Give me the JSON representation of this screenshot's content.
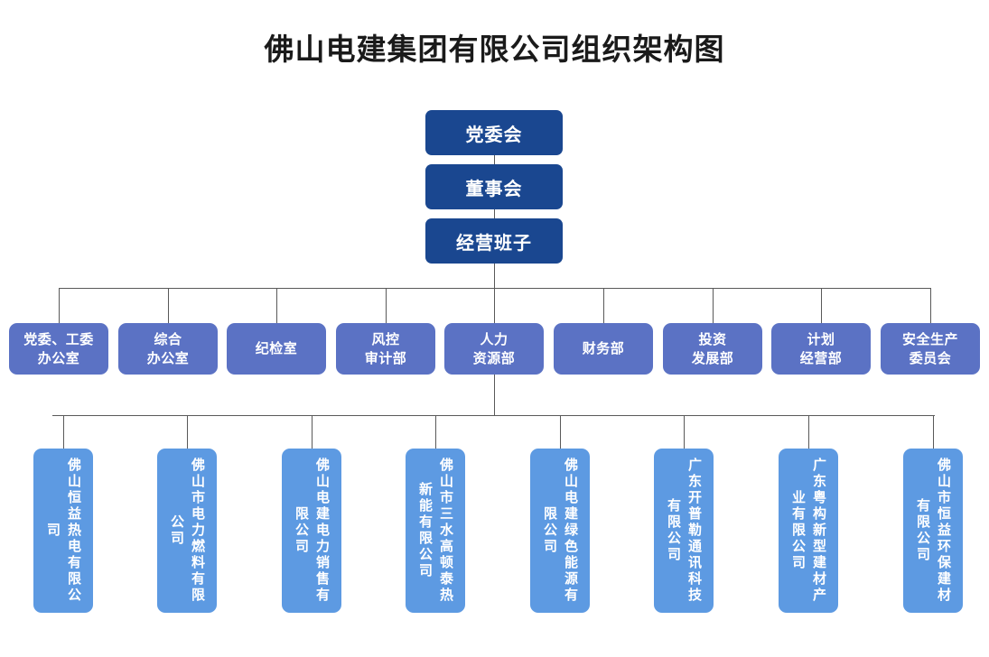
{
  "chart_data": {
    "type": "diagram",
    "title": "佛山电建集团有限公司组织架构图",
    "diagram_kind": "organization-chart",
    "colors": {
      "executive_box": "#1a4790",
      "department_box": "#5b72c4",
      "subsidiary_box": "#5d9ae2",
      "connector_line": "#595959",
      "title_text": "#1a1a1a",
      "box_text": "#ffffff",
      "background": "#ffffff"
    },
    "levels": [
      {
        "name": "executive",
        "orientation": "vertical-stack",
        "nodes": [
          "党委会",
          "董事会",
          "经营班子"
        ]
      },
      {
        "name": "departments",
        "orientation": "horizontal-row",
        "parent": "经营班子",
        "nodes": [
          "党委、工委办公室",
          "综合办公室",
          "纪检室",
          "风控审计部",
          "人力资源部",
          "财务部",
          "投资发展部",
          "计划经营部",
          "安全生产委员会"
        ]
      },
      {
        "name": "subsidiaries",
        "orientation": "horizontal-row",
        "parent": "人力资源部",
        "text_direction": "vertical-rtl",
        "nodes": [
          "佛山恒益热电有限公司",
          "佛山市电力燃料有限公司",
          "佛山电建电力销售有限公司",
          "佛山市三水高顿泰热新能有限公司",
          "佛山电建绿色能源有限公司",
          "广东开普勒通讯科技有限公司",
          "广东粤构新型建材产业有限公司",
          "佛山市恒益环保建材有限公司"
        ]
      }
    ]
  },
  "title": "佛山电建集团有限公司组织架构图",
  "executive": {
    "party_committee": "党委会",
    "board_of_directors": "董事会",
    "management_team": "经营班子"
  },
  "departments": [
    {
      "line1": "党委、工委",
      "line2": "办公室",
      "full": "党委、工委办公室"
    },
    {
      "line1": "综合",
      "line2": "办公室",
      "full": "综合办公室"
    },
    {
      "line1": "纪检室",
      "line2": "",
      "full": "纪检室"
    },
    {
      "line1": "风控",
      "line2": "审计部",
      "full": "风控审计部"
    },
    {
      "line1": "人力",
      "line2": "资源部",
      "full": "人力资源部"
    },
    {
      "line1": "财务部",
      "line2": "",
      "full": "财务部"
    },
    {
      "line1": "投资",
      "line2": "发展部",
      "full": "投资发展部"
    },
    {
      "line1": "计划",
      "line2": "经营部",
      "full": "计划经营部"
    },
    {
      "line1": "安全生产",
      "line2": "委员会",
      "full": "安全生产委员会"
    }
  ],
  "subsidiaries": [
    {
      "name": "佛山恒益热电有限公司"
    },
    {
      "name": "佛山市电力燃料有限公司"
    },
    {
      "name": "佛山电建电力销售有限公司"
    },
    {
      "name": "佛山市三水高顿泰热新能有限公司"
    },
    {
      "name": "佛山电建绿色能源有限公司"
    },
    {
      "name": "广东开普勒通讯科技有限公司"
    },
    {
      "name": "广东粤构新型建材产业有限公司"
    },
    {
      "name": "佛山市恒益环保建材有限公司"
    }
  ]
}
